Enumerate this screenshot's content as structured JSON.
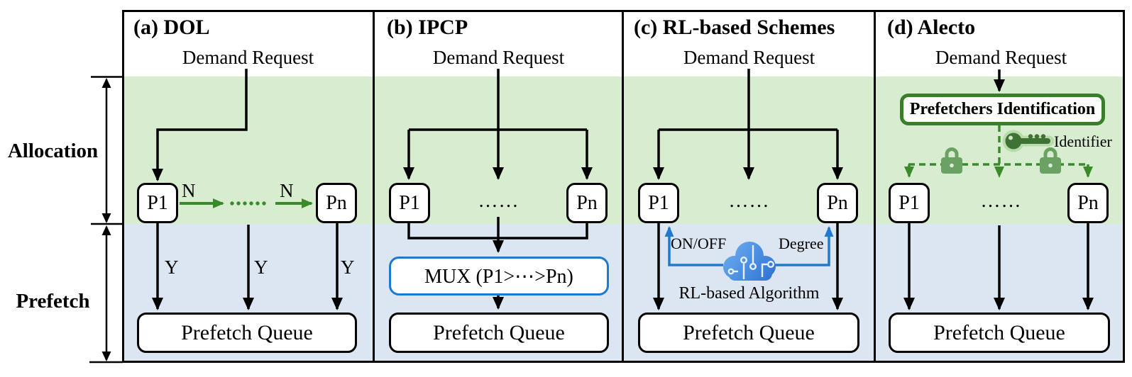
{
  "figure": {
    "region_labels": {
      "allocation": "Allocation",
      "prefetch": "Prefetch"
    }
  },
  "shared": {
    "demand_request": "Demand Request",
    "p1": "P1",
    "pn": "Pn",
    "dots": "……",
    "prefetch_queue": "Prefetch Queue"
  },
  "panels": {
    "a": {
      "title": "(a) DOL",
      "n_label": "N",
      "y_label": "Y"
    },
    "b": {
      "title": "(b) IPCP",
      "mux_label": "MUX (P1>⋯>Pn)"
    },
    "c": {
      "title": "(c) RL-based Schemes",
      "on_off_label": "ON/OFF",
      "degree_label": "Degree",
      "algorithm_label": "RL-based Algorithm"
    },
    "d": {
      "title": "(d) Alecto",
      "identification_label": "Prefetchers Identification",
      "identifier_label": "Identifier"
    }
  },
  "icons": {
    "cloud": "rl-cloud-icon",
    "key": "identifier-key-icon",
    "lock": "padlock-icon",
    "measure": "double-headed-arrow-icon"
  },
  "colors": {
    "band_green": "#d8edd0",
    "band_blue": "#dbe6f2",
    "green_accent": "#3a8a2c",
    "dark_green_border": "#3a7d2b",
    "lock_green": "#6ba263",
    "key_green": "#3f7235",
    "key_glow": "#b7dcaa",
    "blue_accent": "#1e79d0",
    "cloud_blue_light": "#66abf0",
    "cloud_blue_dark": "#2a6fd0",
    "black": "#000000"
  }
}
